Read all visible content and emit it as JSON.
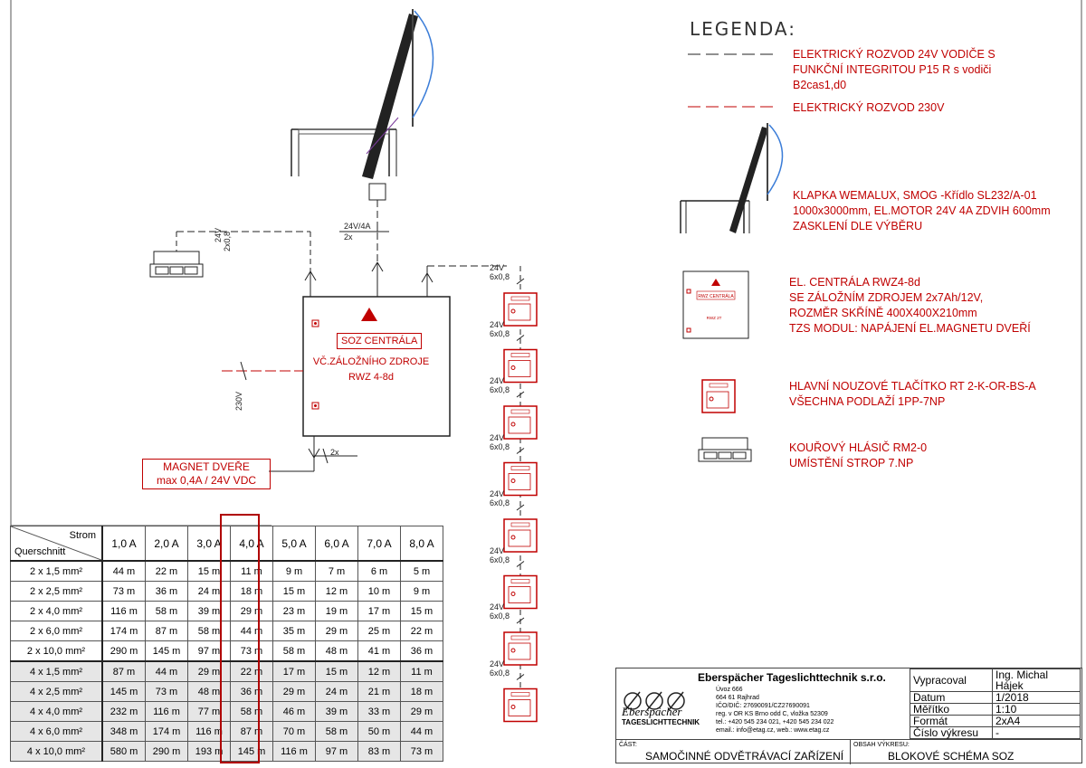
{
  "legend": {
    "title": "LEGENDA:",
    "items": [
      {
        "lines": [
          "ELEKTRICKÝ ROZVOD 24V VODIČE S",
          "FUNKČNÍ INTEGRITOU  P15 R s vodiči",
          "B2cas1,d0"
        ]
      },
      {
        "lines": [
          "ELEKTRICKÝ ROZVOD 230V"
        ]
      },
      {
        "lines": [
          "KLAPKA WEMALUX, SMOG -Křídlo SL232/A-01",
          "1000x3000mm, EL.MOTOR 24V 4A ZDVIH 600mm",
          "ZASKLENÍ DLE VÝBĚRU"
        ]
      },
      {
        "lines": [
          "EL. CENTRÁLA RWZ4-8d",
          "SE ZÁLOŽNÍM ZDROJEM 2x7Ah/12V,",
          "ROZMĚR SKŘÍNĚ 400X400X210mm",
          "TZS MODUL: NAPÁJENÍ EL.MAGNETU DVEŘÍ"
        ]
      },
      {
        "lines": [
          "HLAVNÍ NOUZOVÉ TLAČÍTKO RT 2-K-OR-BS-A",
          "VŠECHNA PODLAŽÍ 1PP-7NP"
        ]
      },
      {
        "lines": [
          "KOUŘOVÝ HLÁSIČ RM2-0",
          "UMÍSTĚNÍ STROP 7.NP"
        ]
      }
    ],
    "legend_panel_title": "RWZ CENTRÁLA",
    "legend_panel_sub": "RWZ 2T"
  },
  "diagram": {
    "soz_title": "SOZ CENTRÁLA",
    "soz_sub1": "VČ.ZÁLOŽNÍHO ZDROJE",
    "soz_sub2": "RWZ 4-8d",
    "magnet_line1": "MAGNET DVEŘE",
    "magnet_line2": "max 0,4A / 24V VDC",
    "top_dim": "24V/4A",
    "top_dim2": "2x",
    "detector_dim": "24V",
    "detector_dim2": "2x0,8",
    "mains_dim": "230V",
    "magnet_dim": "2x",
    "chain_volt": "24V",
    "chain_cable": "6x0,8",
    "chain_count": 8
  },
  "table": {
    "header_top": "Strom",
    "header_side": "Querschnitt",
    "currents": [
      "1,0 A",
      "2,0 A",
      "3,0 A",
      "4,0 A",
      "5,0 A",
      "6,0 A",
      "7,0 A",
      "8,0 A"
    ],
    "rows": [
      {
        "label": "2 x 1,5 mm²",
        "values": [
          "44 m",
          "22 m",
          "15 m",
          "11 m",
          "9 m",
          "7 m",
          "6 m",
          "5 m"
        ]
      },
      {
        "label": "2 x 2,5 mm²",
        "values": [
          "73 m",
          "36 m",
          "24 m",
          "18 m",
          "15 m",
          "12 m",
          "10 m",
          "9 m"
        ]
      },
      {
        "label": "2 x 4,0 mm²",
        "values": [
          "116 m",
          "58 m",
          "39 m",
          "29 m",
          "23 m",
          "19 m",
          "17 m",
          "15 m"
        ]
      },
      {
        "label": "2 x 6,0 mm²",
        "values": [
          "174 m",
          "87 m",
          "58 m",
          "44 m",
          "35 m",
          "29 m",
          "25 m",
          "22 m"
        ]
      },
      {
        "label": "2 x 10,0 mm²",
        "values": [
          "290 m",
          "145 m",
          "97 m",
          "73 m",
          "58 m",
          "48 m",
          "41 m",
          "36 m"
        ]
      },
      {
        "label": "4 x 1,5 mm²",
        "values": [
          "87 m",
          "44 m",
          "29 m",
          "22 m",
          "17 m",
          "15 m",
          "12 m",
          "11 m"
        ]
      },
      {
        "label": "4 x 2,5 mm²",
        "values": [
          "145 m",
          "73 m",
          "48 m",
          "36 m",
          "29 m",
          "24 m",
          "21 m",
          "18 m"
        ]
      },
      {
        "label": "4 x 4,0 mm²",
        "values": [
          "232 m",
          "116 m",
          "77 m",
          "58 m",
          "46 m",
          "39 m",
          "33 m",
          "29 m"
        ]
      },
      {
        "label": "4 x 6,0 mm²",
        "values": [
          "348 m",
          "174 m",
          "116 m",
          "87 m",
          "70 m",
          "58 m",
          "50 m",
          "44 m"
        ]
      },
      {
        "label": "4 x 10,0 mm²",
        "values": [
          "580 m",
          "290 m",
          "193 m",
          "145 m",
          "116 m",
          "97 m",
          "83 m",
          "73 m"
        ]
      }
    ]
  },
  "title_block": {
    "company": "Eberspächer Tageslichttechnik s.r.o.",
    "address_lines": [
      "Úvoz 666",
      "664 61 Rajhrad",
      "IČO/DIČ: 27690091/CZ27690091",
      "reg. v OR KS Brno odd C, vložka 52309",
      "tel.: +420 545 234 021, +420 545 234 022",
      "email.: info@etag.cz, web.: www.etag.cz"
    ],
    "logo_brand": "Eberspächer",
    "logo_sub": "TAGESLICHTTECHNIK",
    "fields": [
      {
        "key": "Vypracoval",
        "value": "Ing. Michal Hájek"
      },
      {
        "key": "Datum",
        "value": "1/2018"
      },
      {
        "key": "Měřítko",
        "value": "1:10"
      },
      {
        "key": "Formát",
        "value": "2xA4"
      },
      {
        "key": "Číslo výkresu",
        "value": "-"
      }
    ],
    "part_label": "ČÁST:",
    "part_value": "SAMOČINNÉ ODVĚTRÁVACÍ ZAŘÍZENÍ",
    "content_label": "OBSAH VÝKRESU:",
    "content_value": "BLOKOVÉ SCHÉMA SOZ"
  }
}
